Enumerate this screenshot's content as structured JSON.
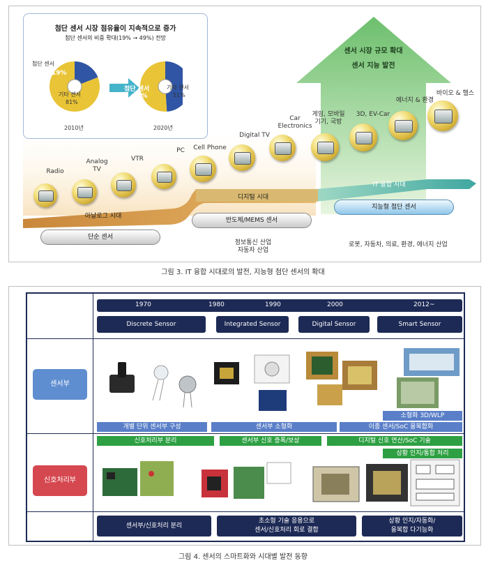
{
  "figure3": {
    "inset_title": "첨단 센서 시장 점유율이 지속적으로 증가",
    "inset_subtitle": "첨단 센서의 비중 확대(19% → 49%) 전망",
    "pie2010": {
      "label1": "첨단 센서",
      "value1": "19%",
      "label2": "기타 센서",
      "value2": "81%",
      "year": "2010년",
      "advanced_share": 19
    },
    "pie2020": {
      "label1": "첨단 센서",
      "value1": "49%",
      "label2": "기타 센서",
      "value2": "51%",
      "year": "2020년",
      "advanced_share": 49
    },
    "arrow_line1": "센서 시장 규모 확대",
    "arrow_line2": "센서 지능 발전",
    "devices": [
      "Radio",
      "Analog\nTV",
      "VTR",
      "PC",
      "Cell Phone",
      "Digital TV",
      "Car\nElectronics",
      "게임, 모바일\n기기, 국방",
      "3D, EV-Car",
      "에너지 & 환경",
      "바이오 & 헬스"
    ],
    "band_analog": "아날로그 시대",
    "band_digital": "디지털 시대",
    "band_it": "IT 융합 시대",
    "pill_simple": "단순 센서",
    "pill_mems": "반도체/MEMS 센서",
    "pill_smart": "지능형 첨단 센서",
    "industry1": "정보통신 산업\n자동차 산업",
    "industry2": "로봇, 자동차, 의료, 환경, 에너지 산업",
    "caption": "그림 3. IT 융합 시대로의 발전, 지능형 첨단 센서의 확대"
  },
  "figure4": {
    "years": [
      "1970",
      "1980",
      "1990",
      "2000",
      "2012~"
    ],
    "eras": [
      "Discrete Sensor",
      "Integrated Sensor",
      "Digital Sensor",
      "Smart Sensor"
    ],
    "row1_label": "센서부",
    "row2_label": "신호처리부",
    "sensor_tag": "소형화 3D/WLP",
    "sensor_bars": [
      "개별 단위 센서부 구성",
      "센서부 소형화",
      "이종 센서/SoC 융복합화"
    ],
    "signal_bars": [
      "신호처리부 분리",
      "센서부 신호 증폭/보상",
      "디지털 신호 연산/SoC 기술"
    ],
    "signal_tag": "상황 인지/통합 처리",
    "bottom": [
      "센서부/신호처리 분리",
      "초소형 기술 응용으로\n센서/신호처리 회로 결합",
      "상황 인지/자동화/\n융복합 다기능화"
    ],
    "caption": "그림 4. 센서의 스마트화와 시대별 발전 동향"
  },
  "colors": {
    "navy": "#1d2a55",
    "blue": "#5a7fc8",
    "green": "#2ea043",
    "pie_yellow": "#e9c437",
    "pie_blue": "#2f55a4",
    "arrow_green": "#7cc47a",
    "band_teal": "#4fb5a8"
  }
}
